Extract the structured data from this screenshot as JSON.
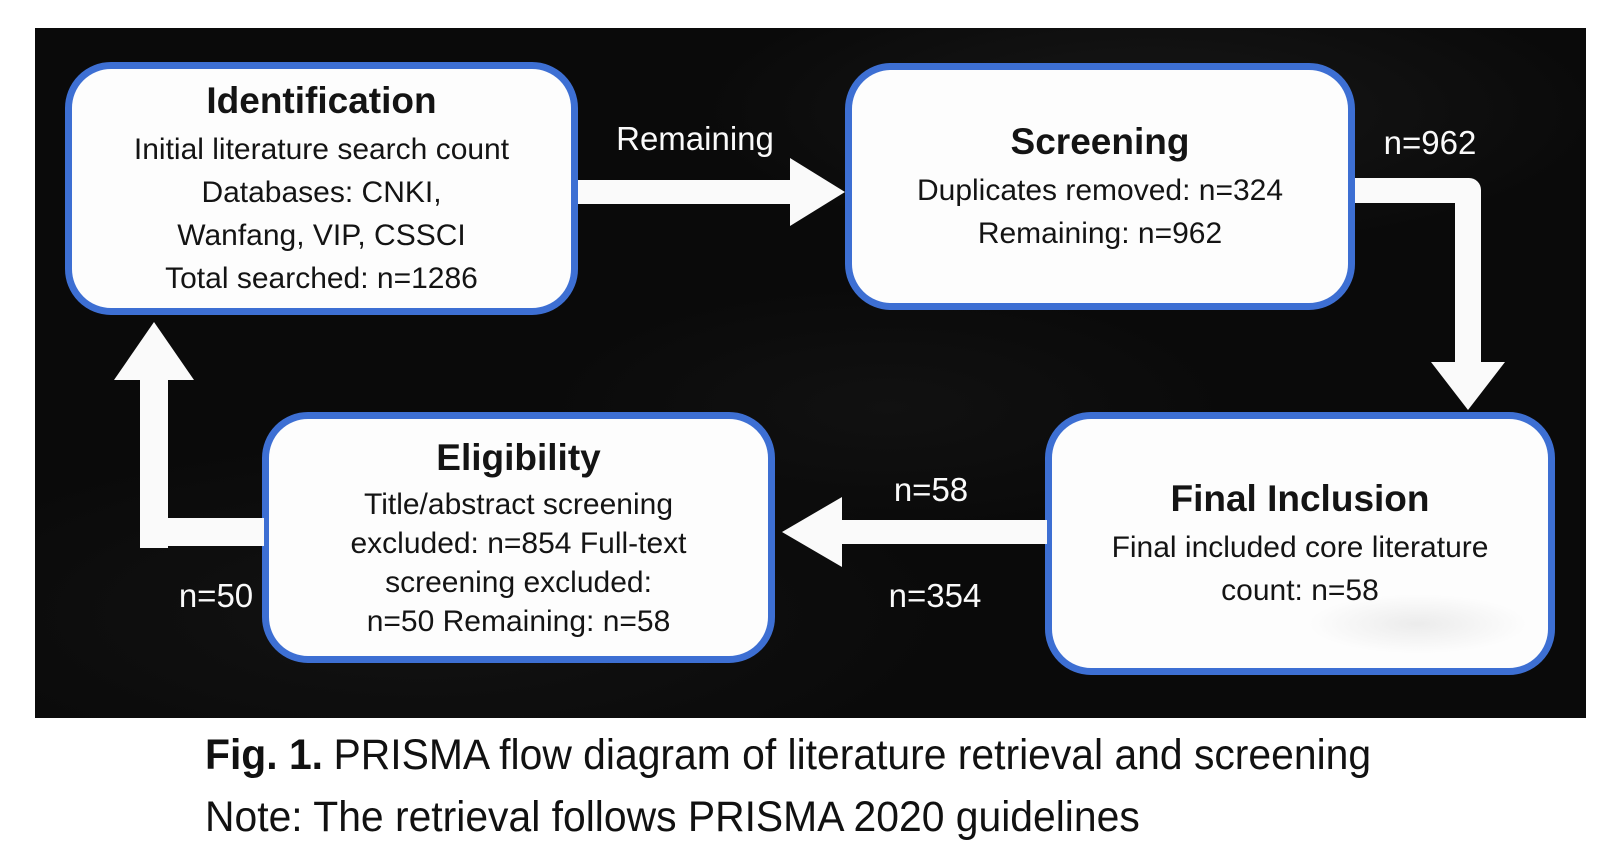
{
  "figure": {
    "boxes": [
      {
        "title": "Identification",
        "lines": [
          "Initial literature search count",
          "Databases: CNKI,",
          "Wanfang, VIP, CSSCI",
          "Total searched: n=1286"
        ]
      },
      {
        "title": "Screening",
        "lines": [
          "Duplicates removed: n=324",
          "Remaining: n=962"
        ]
      },
      {
        "title": "Eligibility",
        "lines": [
          "Title/abstract screening",
          "excluded: n=854 Full-text",
          "screening excluded:",
          "n=50 Remaining: n=58"
        ]
      },
      {
        "title": "Final Inclusion",
        "lines": [
          "Final included core literature",
          "count: n=58"
        ]
      }
    ],
    "labels": {
      "remaining": "Remaining",
      "n962": "n=962",
      "n58": "n=58",
      "n354": "n=354",
      "n50": "n=50"
    },
    "colors": {
      "border_blue": "#3d6fd3",
      "box_fill": "#fdfdfd",
      "background_black": "#0a0a0a",
      "arrow_white": "#fafafa"
    }
  },
  "caption": {
    "fig_label": "Fig. 1.",
    "fig_text": "PRISMA flow diagram of literature retrieval and screening",
    "note": "Note: The retrieval follows PRISMA 2020 guidelines"
  }
}
